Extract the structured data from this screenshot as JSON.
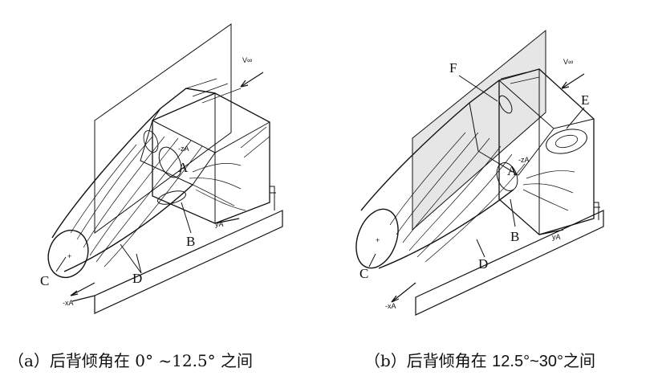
{
  "figures": [
    {
      "id": "a",
      "labels": {
        "A": "A",
        "B": "B",
        "C": "C",
        "D": "D"
      },
      "axis_labels": {
        "v": "V∞",
        "z": "-zA",
        "y": "yA",
        "x": "-xA"
      }
    },
    {
      "id": "b",
      "labels": {
        "A": "A",
        "B": "B",
        "C": "C",
        "D": "D",
        "E": "E",
        "F": "F"
      },
      "axis_labels": {
        "v": "V∞",
        "z": "-zA",
        "y": "yA",
        "x": "-xA"
      }
    }
  ],
  "captions": {
    "a": "（a）后背倾角在 0°  ~12.5°  之间",
    "b_prefix": "（b）后背倾角在 ",
    "b_range": "12.5°~30°",
    "b_suffix": "之间"
  }
}
